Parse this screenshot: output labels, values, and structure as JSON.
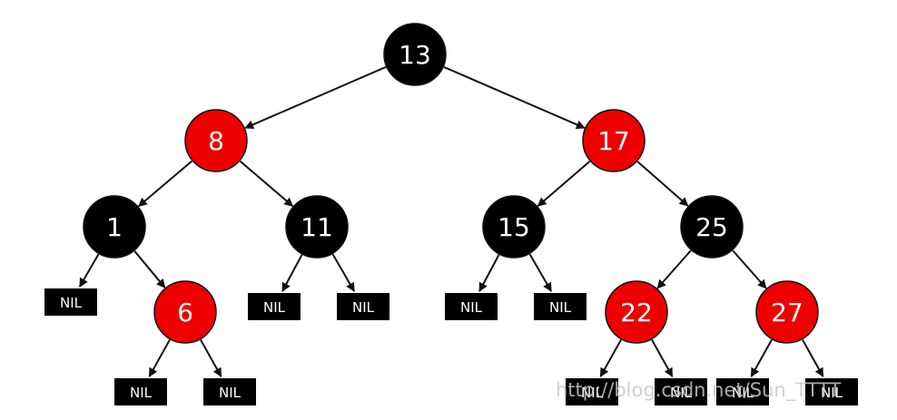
{
  "colors": {
    "black": "#000000",
    "red": "#ee0000",
    "text": "#ffffff",
    "edge": "#111111"
  },
  "nodes": [
    {
      "id": "n13",
      "label": "13",
      "color": "black"
    },
    {
      "id": "n8",
      "label": "8",
      "color": "red"
    },
    {
      "id": "n17",
      "label": "17",
      "color": "red"
    },
    {
      "id": "n1",
      "label": "1",
      "color": "black"
    },
    {
      "id": "n11",
      "label": "11",
      "color": "black"
    },
    {
      "id": "n15",
      "label": "15",
      "color": "black"
    },
    {
      "id": "n25",
      "label": "25",
      "color": "black"
    },
    {
      "id": "n6",
      "label": "6",
      "color": "red"
    },
    {
      "id": "n22",
      "label": "22",
      "color": "red"
    },
    {
      "id": "n27",
      "label": "27",
      "color": "red"
    }
  ],
  "nil_label": "NIL",
  "nils": [
    {
      "id": "nil1",
      "parent": "n1"
    },
    {
      "id": "nil2",
      "parent": "n6"
    },
    {
      "id": "nil3",
      "parent": "n6"
    },
    {
      "id": "nil4",
      "parent": "n11"
    },
    {
      "id": "nil5",
      "parent": "n11"
    },
    {
      "id": "nil6",
      "parent": "n15"
    },
    {
      "id": "nil7",
      "parent": "n15"
    },
    {
      "id": "nil8",
      "parent": "n22"
    },
    {
      "id": "nil9",
      "parent": "n22"
    },
    {
      "id": "nil10",
      "parent": "n27"
    },
    {
      "id": "nil11",
      "parent": "n27"
    }
  ],
  "edges": [
    [
      "n13",
      "n8"
    ],
    [
      "n13",
      "n17"
    ],
    [
      "n8",
      "n1"
    ],
    [
      "n8",
      "n11"
    ],
    [
      "n1",
      "nil1"
    ],
    [
      "n1",
      "n6"
    ],
    [
      "n6",
      "nil2"
    ],
    [
      "n6",
      "nil3"
    ],
    [
      "n11",
      "nil4"
    ],
    [
      "n11",
      "nil5"
    ],
    [
      "n17",
      "n15"
    ],
    [
      "n17",
      "n25"
    ],
    [
      "n15",
      "nil6"
    ],
    [
      "n15",
      "nil7"
    ],
    [
      "n25",
      "n22"
    ],
    [
      "n25",
      "n27"
    ],
    [
      "n22",
      "nil8"
    ],
    [
      "n22",
      "nil9"
    ],
    [
      "n27",
      "nil10"
    ],
    [
      "n27",
      "nil11"
    ]
  ],
  "watermark": "http://blog.csdn.net/Sun_TTTT"
}
